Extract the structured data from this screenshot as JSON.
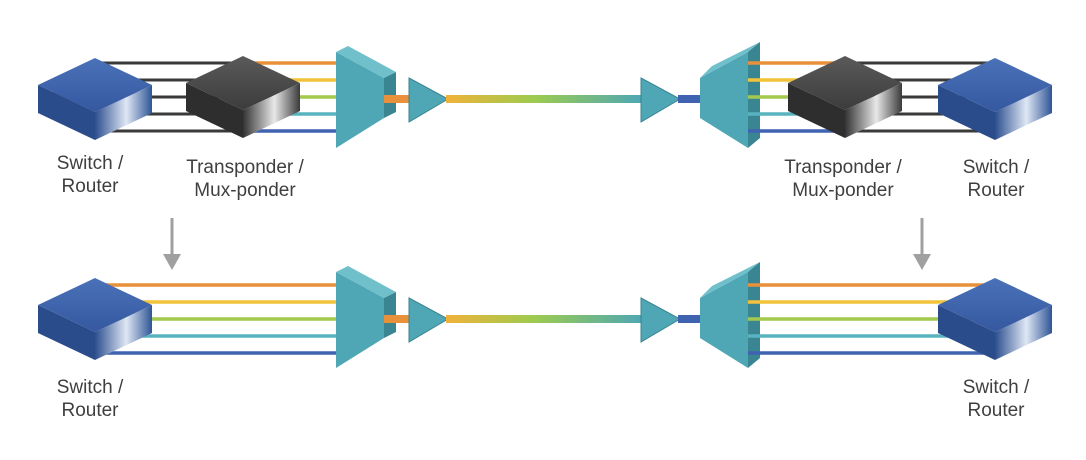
{
  "labels": {
    "top_left_switch": [
      "Switch /",
      "Router"
    ],
    "top_left_transponder": [
      "Transponder /",
      "Mux-ponder"
    ],
    "top_right_transponder": [
      "Transponder /",
      "Mux-ponder"
    ],
    "top_right_switch": [
      "Switch /",
      "Router"
    ],
    "bottom_left_switch": [
      "Switch /",
      "Router"
    ],
    "bottom_right_switch": [
      "Switch /",
      "Router"
    ]
  },
  "colors": {
    "router_blue": "#3d63a8",
    "transponder_gray": "#4a4a4a",
    "mux_teal": "#4fa6b4",
    "arrow_gray": "#a0a0a0",
    "wavelengths": [
      "#e8913a",
      "#f2c23a",
      "#a3c94e",
      "#58b3bf",
      "#3f63b0"
    ],
    "gray_links": "#3a3a3a"
  },
  "icons": [
    "router-icon",
    "transponder-icon",
    "mux-icon",
    "amplifier-icon",
    "arrow-down-icon"
  ]
}
